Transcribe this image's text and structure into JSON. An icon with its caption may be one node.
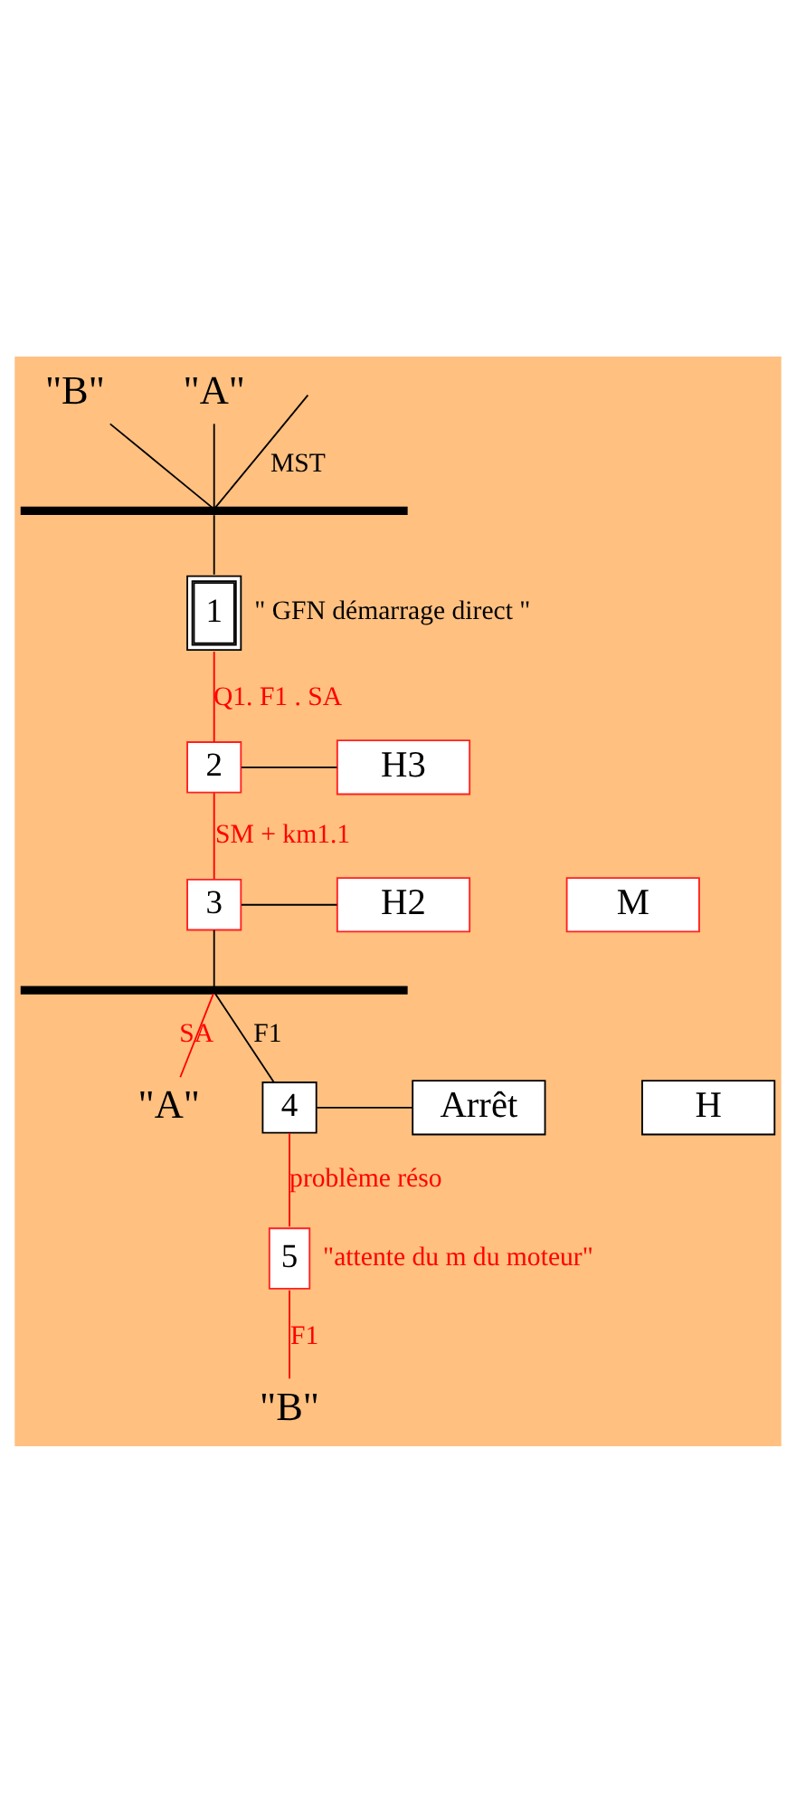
{
  "diagram": {
    "nodes": [
      {
        "text": [
          "\"B\""
        ]
      },
      {
        "text": [
          "\"A\""
        ]
      },
      {
        "text": [],
        "shape": "bar"
      },
      {
        "text": [
          "1"
        ],
        "beside": [
          "\" GFN démarrage direct \""
        ]
      },
      {
        "text": [
          "2"
        ]
      },
      {
        "text": [
          "H3"
        ]
      },
      {
        "text": [
          "3"
        ]
      },
      {
        "text": [
          "H2"
        ]
      },
      {
        "text": [
          "M"
        ]
      },
      {
        "text": [],
        "shape": "bar"
      },
      {
        "text": [
          "\"A\""
        ]
      },
      {
        "text": [
          "4"
        ]
      },
      {
        "text": [
          "Arrêt"
        ]
      },
      {
        "text": [
          "H"
        ]
      },
      {
        "text": [
          "5"
        ],
        "beside": [
          "\"attente du m du moteur\""
        ]
      },
      {
        "text": [
          "\"B\""
        ]
      }
    ],
    "edges": [
      {
        "from": 0,
        "to": 2,
        "arrow": "none"
      },
      {
        "from": 1,
        "to": 2,
        "arrow": "none"
      },
      {
        "from": null,
        "to": 2,
        "arrow": "none",
        "label": "MST"
      },
      {
        "from": 2,
        "to": 3,
        "arrow": "none"
      },
      {
        "from": 3,
        "to": 4,
        "arrow": "none",
        "label": "Q1. F1 . SA",
        "color": "#ff0000"
      },
      {
        "from": 4,
        "to": 5,
        "arrow": "none"
      },
      {
        "from": 4,
        "to": 6,
        "arrow": "none",
        "label": "SM + km1.1",
        "color": "#ff0000"
      },
      {
        "from": 6,
        "to": 7,
        "arrow": "none"
      },
      {
        "from": 6,
        "to": 9,
        "arrow": "none"
      },
      {
        "from": 9,
        "to": 10,
        "arrow": "none",
        "label": "SA",
        "color": "#ff0000"
      },
      {
        "from": 9,
        "to": 11,
        "arrow": "none",
        "label": "F1"
      },
      {
        "from": 11,
        "to": 12,
        "arrow": "none"
      },
      {
        "from": 11,
        "to": 14,
        "arrow": "none",
        "label": "problème réso",
        "color": "#ff0000"
      },
      {
        "from": 14,
        "to": 15,
        "arrow": "none",
        "label": "F1",
        "color": "#ff0000"
      }
    ]
  }
}
